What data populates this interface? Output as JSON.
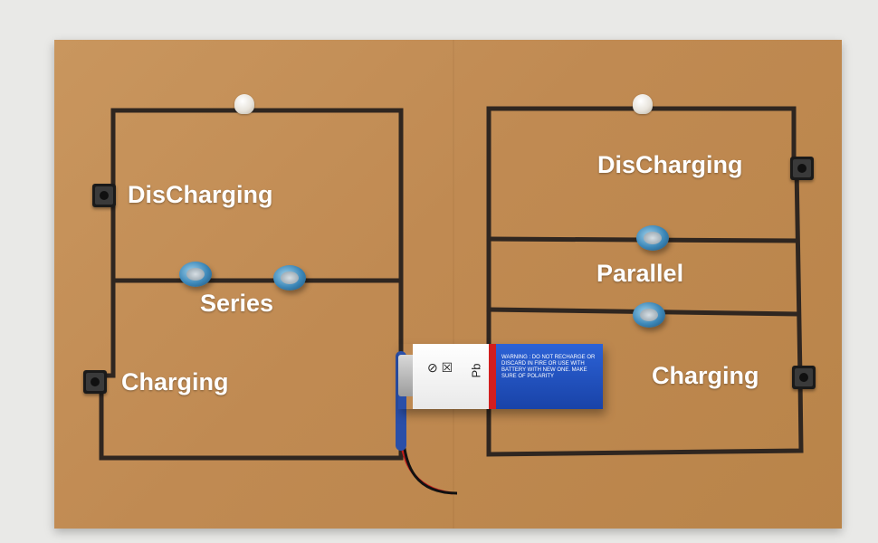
{
  "labels": {
    "left_discharging": "DisCharging",
    "left_series": "Series",
    "left_charging": "Charging",
    "right_discharging": "DisCharging",
    "right_parallel": "Parallel",
    "right_charging": "Charging"
  },
  "battery": {
    "text": "WARNING : DO NOT RECHARGE OR DISCARD IN FIRE OR USE WITH BATTERY WITH NEW ONE. MAKE SURE OF POLARITY"
  },
  "icons": [
    "push-button-icon",
    "led-icon",
    "capacitor-icon",
    "battery-icon"
  ],
  "colors": {
    "board": "#c08a52",
    "wire": "#2f2620",
    "label": "#ffffff",
    "battery_blue": "#1f4fc0",
    "battery_red": "#d21e1e"
  }
}
